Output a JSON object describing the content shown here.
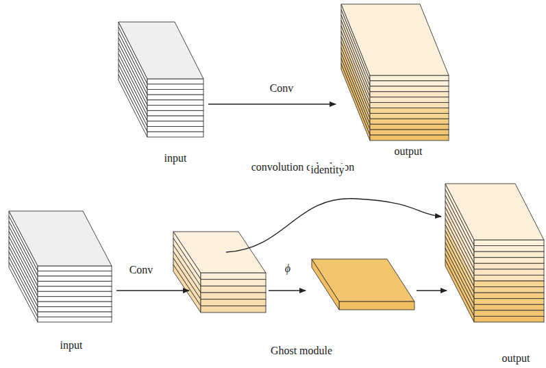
{
  "diagram": {
    "nodes": [
      {
        "text": [
          "input"
        ]
      },
      {
        "text": [
          "output"
        ]
      },
      {
        "text": [
          "input"
        ]
      },
      {
        "text": [
          "output"
        ]
      }
    ],
    "edges": [
      {
        "from": 0,
        "to": 1,
        "arrow": "to",
        "label": "Conv"
      }
    ],
    "labels": [
      "convolution calculation",
      "Conv",
      "ϕ",
      "identity",
      "Ghost module"
    ]
  }
}
